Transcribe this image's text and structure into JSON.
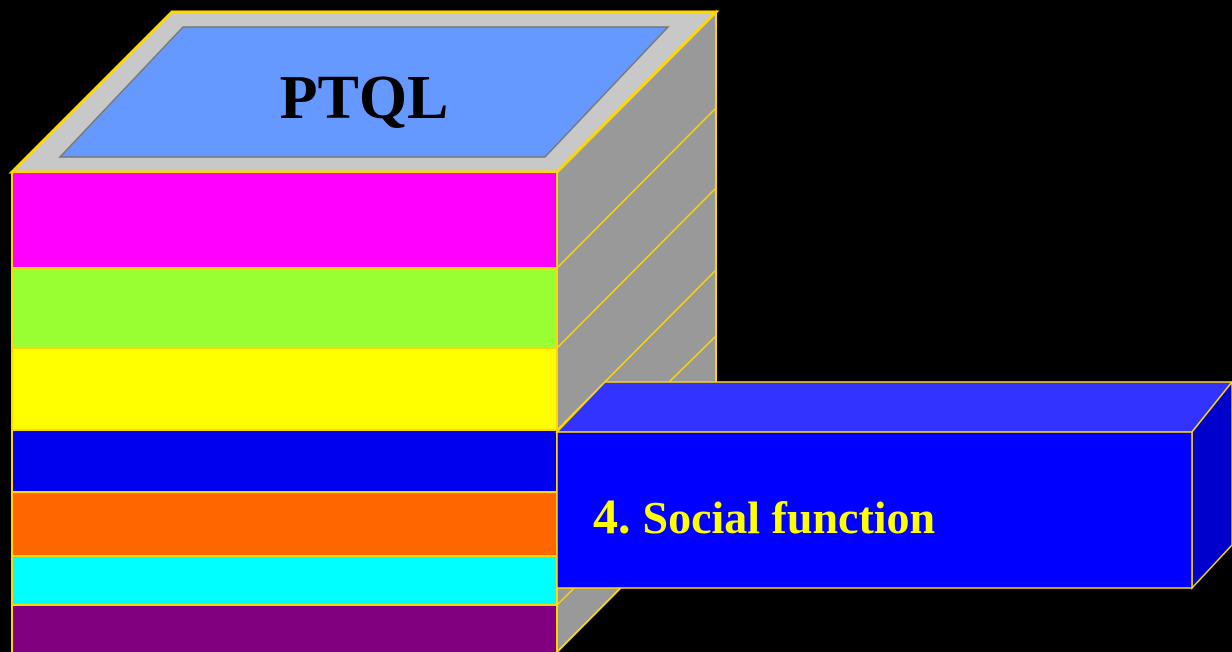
{
  "slide": {
    "background": "#000000",
    "outline_color": "#FFD700"
  },
  "stack": {
    "title": "PTQL",
    "top_outer_color": "#C8C8C8",
    "top_inner_color": "#6699FF",
    "side_color": "#999999",
    "layers": [
      {
        "name": "layer-1",
        "color": "#FF00FF"
      },
      {
        "name": "layer-2",
        "color": "#99FF33"
      },
      {
        "name": "layer-3",
        "color": "#FFFF00"
      },
      {
        "name": "layer-4",
        "color": "#0000EE"
      },
      {
        "name": "layer-5",
        "color": "#FF6600"
      },
      {
        "name": "layer-6",
        "color": "#00FFFF"
      },
      {
        "name": "layer-7",
        "color": "#800080"
      }
    ]
  },
  "callout": {
    "number": "4.",
    "label": "Social function",
    "front_color": "#0000FF",
    "top_color": "#3333FF",
    "side_color": "#0000CC",
    "text_color": "#FFFF00"
  }
}
